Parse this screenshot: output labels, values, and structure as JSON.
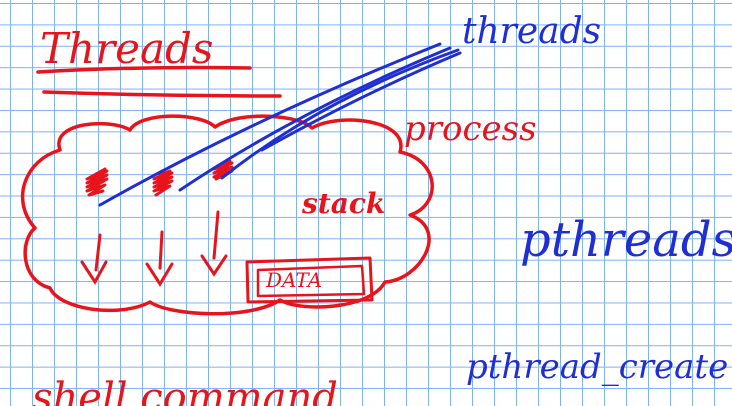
{
  "notes": {
    "title": "Threads",
    "threads_label": "threads",
    "process_label": "process",
    "stack_label": "stack",
    "data_label": "DATA",
    "pthreads_label": "pthreads",
    "pthread_create_label": "pthread_create",
    "shell_command_label": "shell command"
  },
  "colors": {
    "red_ink": "#e8141c",
    "blue_ink": "#1f2fd1",
    "grid": "#7fb2f3",
    "paper": "#ffffff"
  }
}
